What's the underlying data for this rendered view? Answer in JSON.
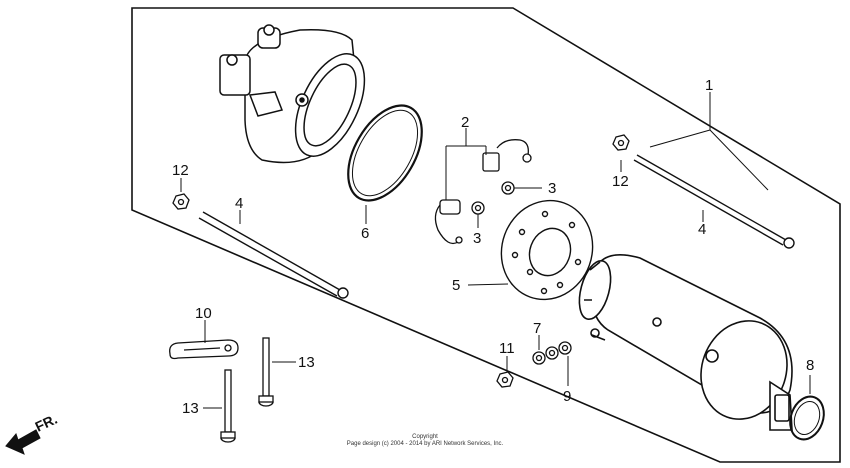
{
  "callouts": {
    "c1": "1",
    "c2": "2",
    "c3a": "3",
    "c3b": "3",
    "c4a": "4",
    "c4b": "4",
    "c5": "5",
    "c6": "6",
    "c7": "7",
    "c8": "8",
    "c9": "9",
    "c10": "10",
    "c11": "11",
    "c12a": "12",
    "c12b": "12",
    "c13a": "13",
    "c13b": "13"
  },
  "direction_label": "FR.",
  "copyright": {
    "line1": "Copyright",
    "line2": "Page design (c) 2004 - 2014 by ARI Network Services, Inc."
  }
}
